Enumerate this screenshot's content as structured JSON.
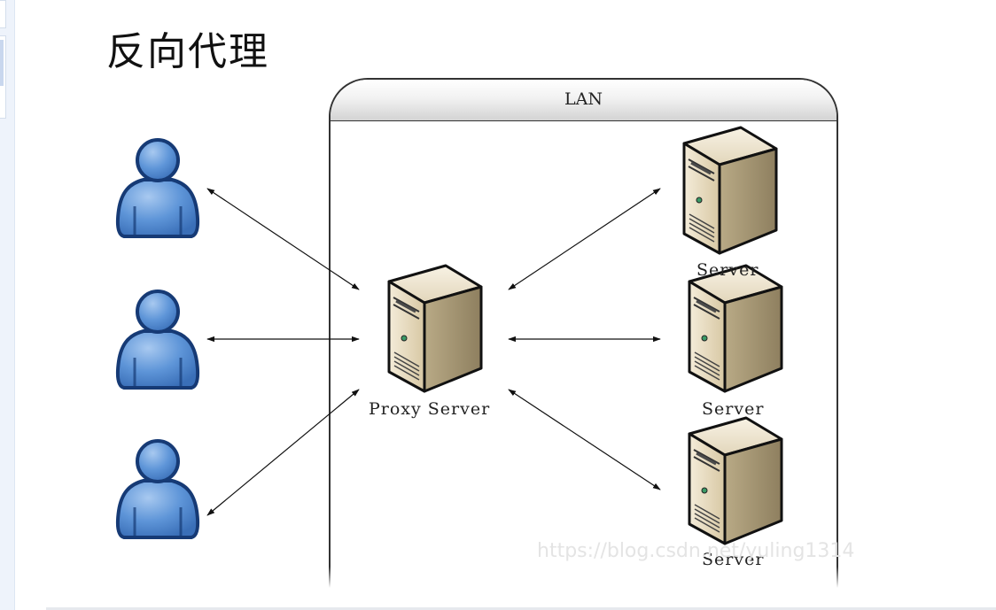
{
  "title": "反向代理",
  "lan_label": "LAN",
  "proxy_label": "Proxy Server",
  "servers": [
    {
      "label": "Server"
    },
    {
      "label": "Server"
    },
    {
      "label": "Server"
    }
  ],
  "clients": 3,
  "watermark": "https://blog.csdn.net/yuling1314",
  "colors": {
    "user_fill": "#5b93d6",
    "user_outline": "#1a3f7e",
    "server_front": "#e6dac0",
    "server_side": "#a89a7a",
    "lan_header": "#d6d6d6"
  }
}
